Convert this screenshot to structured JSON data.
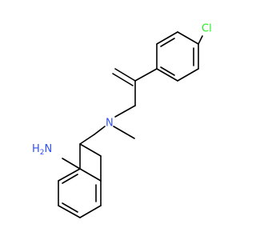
{
  "molecule": {
    "atoms": {
      "chlorine": "Cl",
      "amine_nitrogen": "N",
      "aniline_nitrogen": "N",
      "aniline_hydrogen": "H",
      "aniline_hydrogen_count": "2"
    },
    "colors": {
      "bond": "#000000",
      "nitrogen": "#3050F8",
      "chlorine": "#1FF01F",
      "background": "#ffffff"
    }
  }
}
